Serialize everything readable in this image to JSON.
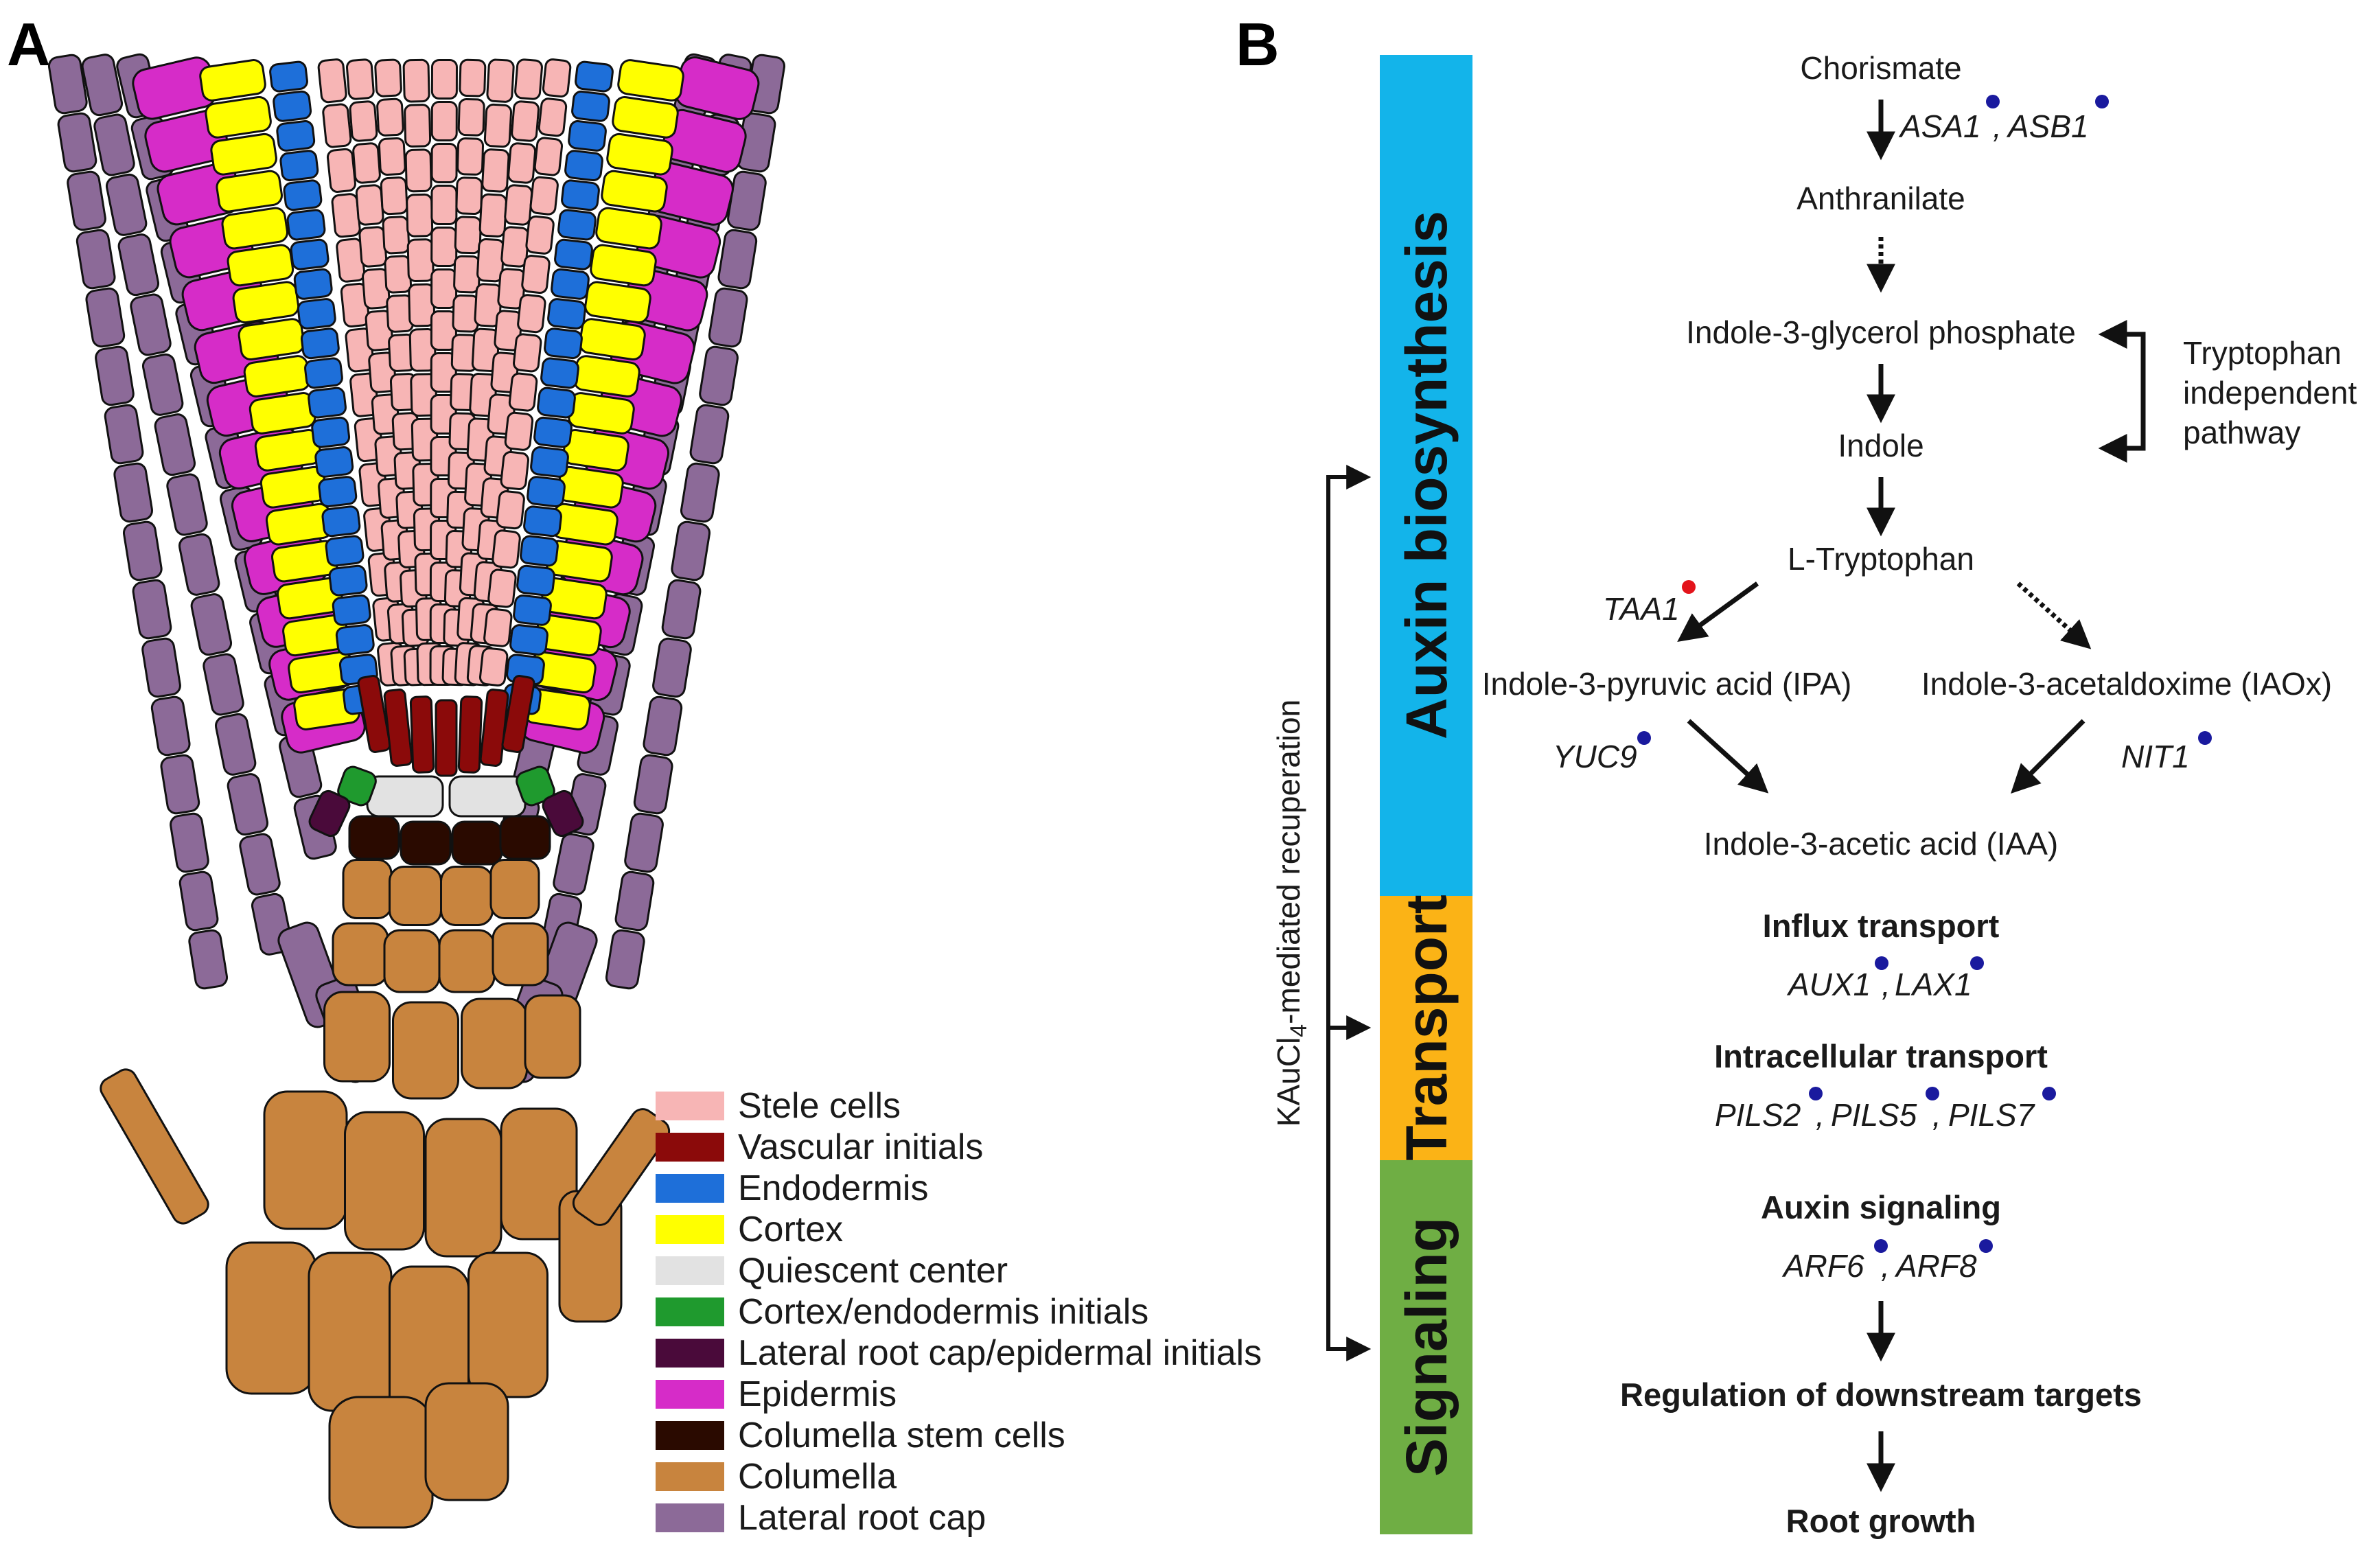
{
  "panel_a": {
    "label": "A",
    "colors": {
      "stele": "#f7b5b5",
      "vascular_initials": "#8b0a0a",
      "endodermis": "#1e6fd9",
      "cortex": "#ffff00",
      "quiescent_center": "#e2e2e2",
      "cortex_endodermis_initials": "#1f9a2e",
      "lrc_epidermal_initials": "#4a0a3a",
      "epidermis": "#d62cc8",
      "columella_stem_cells": "#2a0a00",
      "columella": "#c8843e",
      "lateral_root_cap": "#8c6a98"
    },
    "legend": [
      {
        "label": "Stele cells",
        "color": "#f7b5b5"
      },
      {
        "label": "Vascular initials",
        "color": "#8b0a0a"
      },
      {
        "label": "Endodermis",
        "color": "#1e6fd9"
      },
      {
        "label": "Cortex",
        "color": "#ffff00"
      },
      {
        "label": "Quiescent center",
        "color": "#e2e2e2"
      },
      {
        "label": "Cortex/endodermis initials",
        "color": "#1f9a2e"
      },
      {
        "label": "Lateral root cap/epidermal initials",
        "color": "#4a0a3a"
      },
      {
        "label": "Epidermis",
        "color": "#d62cc8"
      },
      {
        "label": "Columella stem cells",
        "color": "#2a0a00"
      },
      {
        "label": "Columella",
        "color": "#c8843e"
      },
      {
        "label": "Lateral root cap",
        "color": "#8c6a98"
      }
    ]
  },
  "panel_b": {
    "label": "B",
    "side_label_prefix": "KAuCl",
    "side_label_sub": "4",
    "side_label_suffix": "-mediated recuperation",
    "bands": [
      {
        "label": "Auxin biosynthesis",
        "color": "#13b4ea"
      },
      {
        "label": "Transport",
        "color": "#fbb316"
      },
      {
        "label": "Signaling",
        "color": "#6fae44"
      }
    ],
    "marker_colors": {
      "blue": "#1a1a9e",
      "red": "#e3141b"
    },
    "pathway": {
      "chorismate": "Chorismate",
      "asa1": "ASA1",
      "asb1": "ASB1",
      "comma": ",",
      "anthranilate": "Anthranilate",
      "igp": "Indole-3-glycerol phosphate",
      "indole": "Indole",
      "tip_line1": "Tryptophan",
      "tip_line2": "independent",
      "tip_line3": "pathway",
      "trp": "L-Tryptophan",
      "taa1": "TAA1",
      "ipa": "Indole-3-pyruvic acid (IPA)",
      "iaox": "Indole-3-acetaldoxime (IAOx)",
      "yuc9": "YUC9",
      "nit1": "NIT1",
      "iaa": "Indole-3-acetic acid (IAA)"
    },
    "transport": {
      "influx": "Influx transport",
      "aux1": "AUX1",
      "lax1": "LAX1",
      "intracellular": "Intracellular transport",
      "pils2": "PILS2",
      "pils5": "PILS5",
      "pils7": "PILS7"
    },
    "signaling": {
      "title": "Auxin signaling",
      "arf6": "ARF6",
      "arf8": "ARF8",
      "regulation": "Regulation of downstream targets",
      "growth": "Root growth"
    }
  }
}
